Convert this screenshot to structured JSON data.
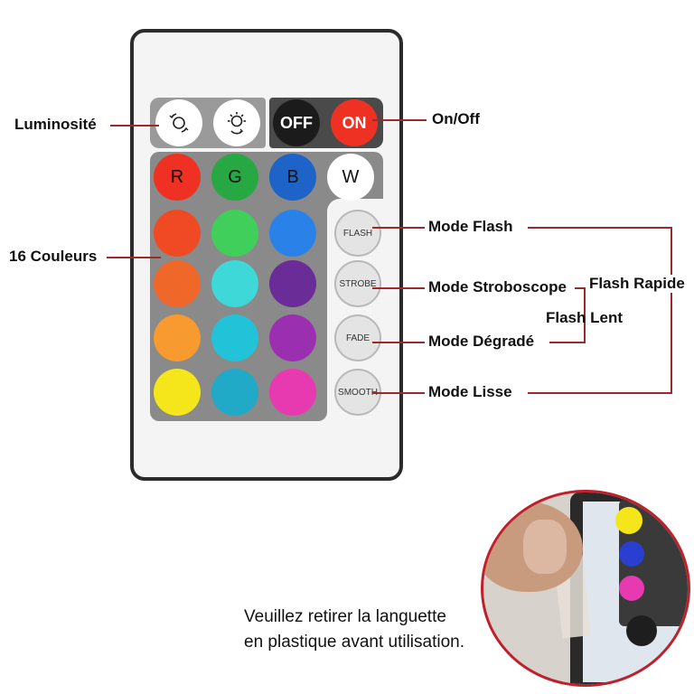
{
  "remote": {
    "brightness_up_icon": "brightness-up-icon",
    "brightness_down_icon": "brightness-down-icon",
    "off_label": "OFF",
    "on_label": "ON",
    "color_letters": [
      "R",
      "G",
      "B",
      "W"
    ],
    "color_buttons": [
      {
        "name": "red",
        "color": "#ee3123"
      },
      {
        "name": "green",
        "color": "#27a843"
      },
      {
        "name": "blue",
        "color": "#1e63c8"
      },
      {
        "name": "white",
        "color": "#ffffff"
      },
      {
        "name": "orange-red",
        "color": "#f04a24"
      },
      {
        "name": "light-green",
        "color": "#3fcf5a"
      },
      {
        "name": "sky-blue",
        "color": "#2a82e8"
      },
      {
        "name": "orange",
        "color": "#f0672a"
      },
      {
        "name": "turquoise",
        "color": "#3fd8d8"
      },
      {
        "name": "violet",
        "color": "#6a2c96"
      },
      {
        "name": "light-orange",
        "color": "#f79a2f"
      },
      {
        "name": "cyan",
        "color": "#22c3d8"
      },
      {
        "name": "purple",
        "color": "#9a2fb0"
      },
      {
        "name": "yellow",
        "color": "#f5e61b"
      },
      {
        "name": "teal",
        "color": "#21a9c8"
      },
      {
        "name": "pink",
        "color": "#e83ab0"
      }
    ],
    "modes": [
      "FLASH",
      "STROBE",
      "FADE",
      "SMOOTH"
    ]
  },
  "labels": {
    "brightness": "Luminosité",
    "on_off": "On/Off",
    "colors": "16 Couleurs",
    "mode_flash": "Mode Flash",
    "mode_strobe": "Mode Stroboscope",
    "mode_fade": "Mode Dégradé",
    "mode_smooth": "Mode Lisse",
    "flash_fast": "Flash Rapide",
    "flash_slow": "Flash Lent"
  },
  "notice": {
    "line1": "Veuillez retirer la languette",
    "line2": "en plastique avant utilisation."
  },
  "colors": {
    "accent_line": "#9c2a2a",
    "off_button": "#1b1b1b",
    "on_button": "#ee3123",
    "inset_border": "#c0202a"
  }
}
